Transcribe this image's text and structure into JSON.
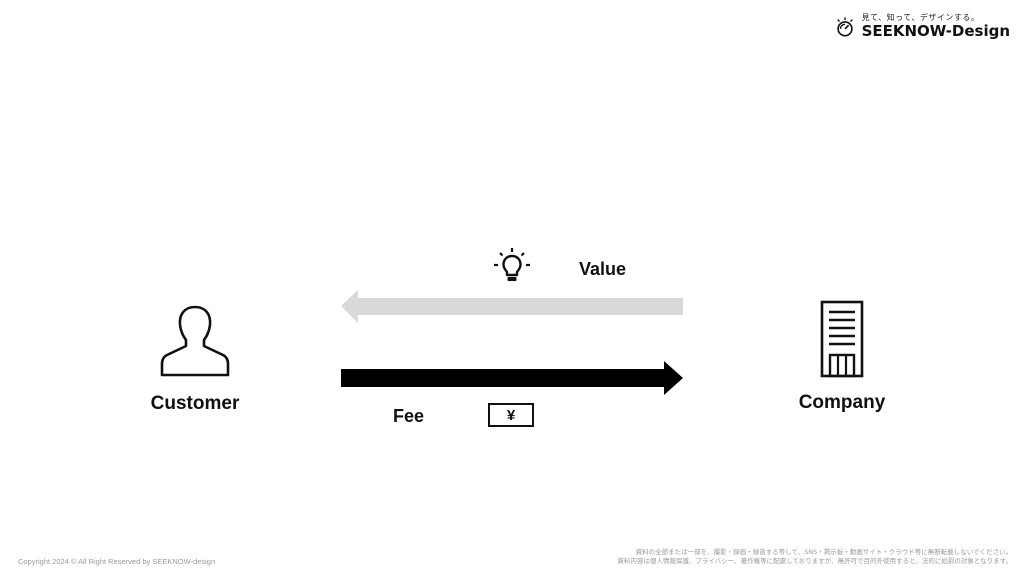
{
  "brand": {
    "tagline": "見て、知って、デザインする。",
    "name": "SEEKNOW-Design"
  },
  "diagram": {
    "customer_label": "Customer",
    "company_label": "Company",
    "value_label": "Value",
    "fee_label": "Fee",
    "fee_symbol": "¥",
    "value_arrow_color": "#d9d9d9",
    "fee_arrow_color": "#000000",
    "icons": [
      "person-icon",
      "building-icon",
      "lightbulb-icon",
      "banknote-icon"
    ]
  },
  "footer": {
    "copyright": "Copyright 2024 © All Right Reserved by SEEKNOW-design",
    "disclaimer_line1": "資料の全部または一部を、撮影・録画・録音する等して、SNS・掲示板・動画サイト・クラウド等に無断転載しないでください。",
    "disclaimer_line2": "資料内容は個人情報保護、プライバシー、著作権等に配慮しておりますが、無許可で目的外使用すると、法的に処罰の対象となります。"
  }
}
